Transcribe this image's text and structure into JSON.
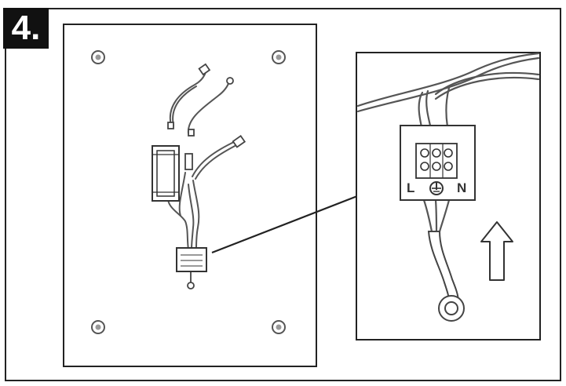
{
  "step": {
    "number": "4."
  },
  "terminal_block": {
    "labels": [
      "L",
      "N"
    ]
  },
  "icons": {
    "step_badge": "step-number-badge",
    "earth": "earth-ground-icon",
    "arrow": "up-arrow-icon"
  },
  "colors": {
    "line": "#222222",
    "badge_background": "#111111",
    "badge_text": "#ffffff",
    "panel_fill": "#ffffff"
  }
}
